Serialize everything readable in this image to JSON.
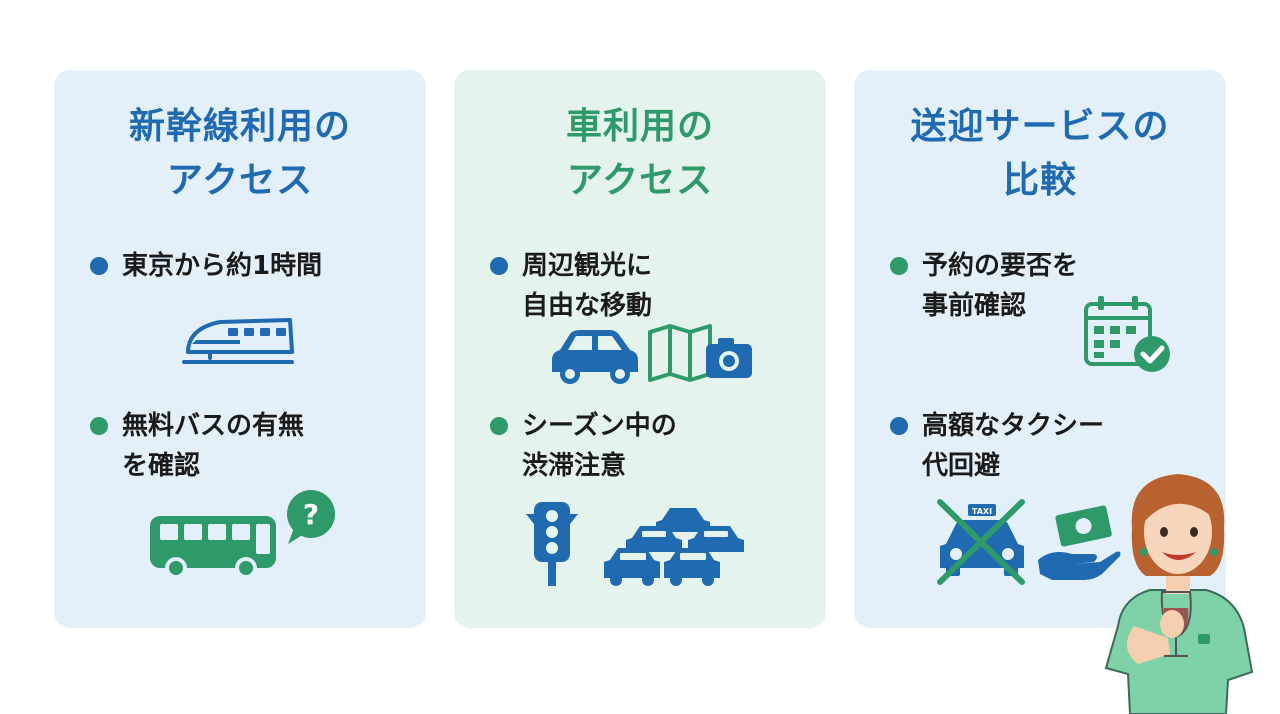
{
  "cards": [
    {
      "title_line1": "新幹線利用の",
      "title_line2": "アクセス",
      "bullets": [
        {
          "line1": "東京から約1時間",
          "line2": "",
          "dot": "blue",
          "icon": "bullet-train-icon"
        },
        {
          "line1": "無料バスの有無",
          "line2": "を確認",
          "dot": "green",
          "icon": "bus-question-icon"
        }
      ]
    },
    {
      "title_line1": "車利用の",
      "title_line2": "アクセス",
      "bullets": [
        {
          "line1": "周辺観光に",
          "line2": "自由な移動",
          "dot": "blue",
          "icon": "car-map-camera-icon"
        },
        {
          "line1": "シーズン中の",
          "line2": "渋滞注意",
          "dot": "green",
          "icon": "traffic-jam-icon"
        }
      ]
    },
    {
      "title_line1": "送迎サービスの",
      "title_line2": "比較",
      "bullets": [
        {
          "line1": "予約の要否を",
          "line2": "事前確認",
          "dot": "green",
          "icon": "calendar-check-icon"
        },
        {
          "line1": "高額なタクシー",
          "line2": "代回避",
          "dot": "blue",
          "icon": "crossed-taxi-money-icon"
        }
      ]
    }
  ],
  "taxi_sign": "TAXI",
  "colors": {
    "blue": "#1f6ab1",
    "green": "#2e9a6a",
    "card_blue": "#e3f0fa",
    "card_green": "#e4f4ec"
  }
}
